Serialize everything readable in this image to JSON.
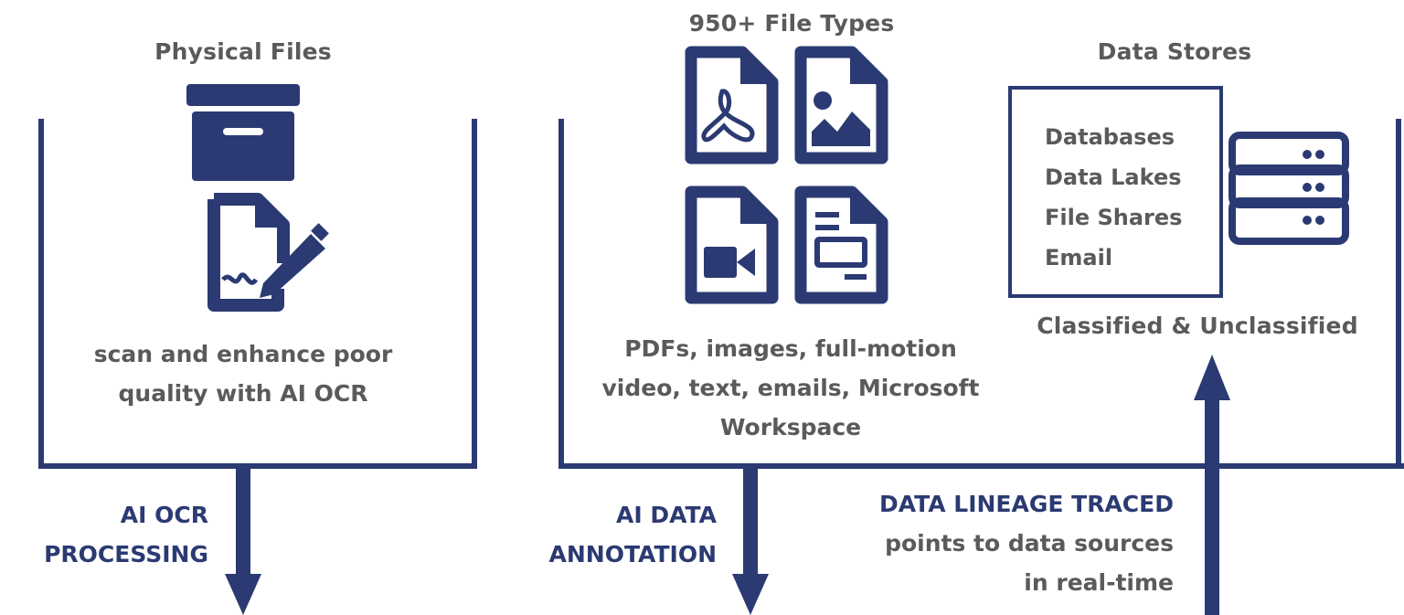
{
  "columns": {
    "physical": {
      "title": "Physical Files",
      "description_lines": [
        "scan and enhance poor",
        "quality with AI OCR"
      ]
    },
    "file_types": {
      "title": "950+ File Types",
      "description_lines": [
        "PDFs, images, full-motion",
        "video, text, emails, Microsoft",
        "Workspace"
      ]
    },
    "data_stores": {
      "title": "Data Stores",
      "items": [
        "Databases",
        "Data Lakes",
        "File Shares",
        "Email"
      ],
      "caption": "Classified & Unclassified"
    }
  },
  "arrows": {
    "ocr": {
      "label_lines": [
        "AI OCR",
        "PROCESSING"
      ]
    },
    "annotation": {
      "label_lines": [
        "AI DATA",
        "ANNOTATION"
      ]
    },
    "lineage": {
      "title": "DATA LINEAGE TRACED",
      "detail_lines": [
        "points to data sources",
        "in real-time"
      ]
    }
  },
  "icons": [
    "archive-box-icon",
    "signed-document-icon",
    "pdf-file-icon",
    "image-file-icon",
    "video-file-icon",
    "text-file-icon",
    "server-stack-icon"
  ],
  "colors": {
    "navy": "#2b3a72",
    "text_gray": "#5a5a5a"
  }
}
